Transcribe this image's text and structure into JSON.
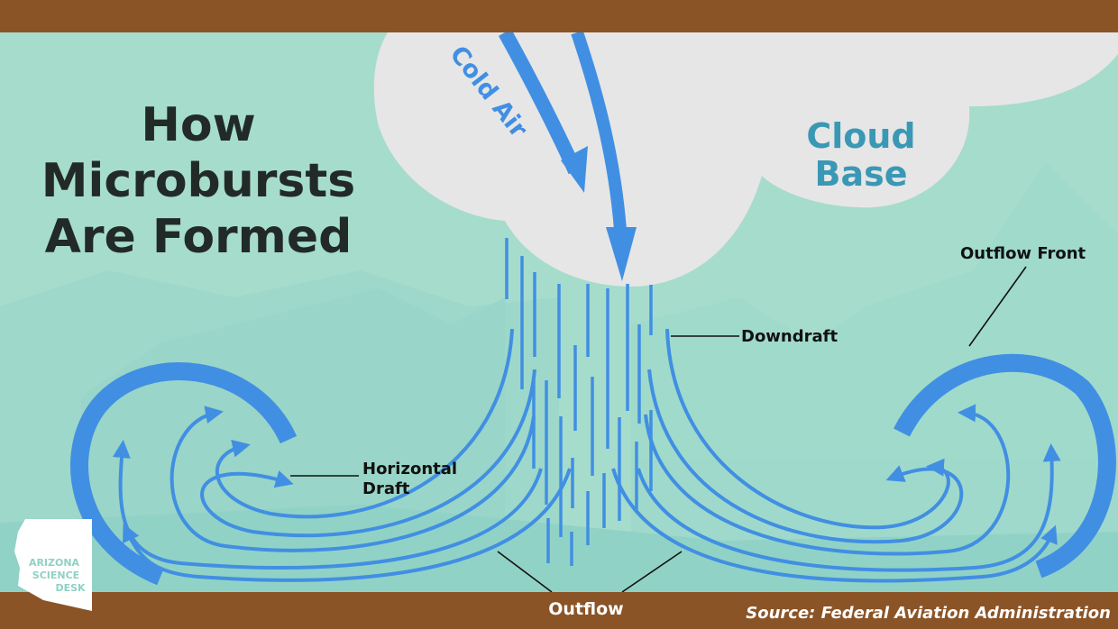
{
  "title": {
    "line1": "How",
    "line2": "Microbursts",
    "line3": "Are Formed"
  },
  "labels": {
    "cold_air": "Cold Air",
    "cloud_base_line1": "Cloud",
    "cloud_base_line2": "Base",
    "outflow_front": "Outflow Front",
    "downdraft": "Downdraft",
    "horizontal_draft_line1": "Horizontal",
    "horizontal_draft_line2": "Draft",
    "outflow": "Outflow"
  },
  "source": "Source: Federal Aviation Administration",
  "logo": {
    "line1": "ARIZONA",
    "line2": "SCIENCE",
    "line3": "DESK"
  },
  "colors": {
    "frame_brown": "#8b5427",
    "background_teal": "#a6dccc",
    "cloud_gray": "#e6e6e6",
    "arrow_blue": "#418fe3",
    "title_dark": "#222a27",
    "cloud_label_teal": "#3a98b5",
    "logo_text": "#8fd1c4"
  }
}
